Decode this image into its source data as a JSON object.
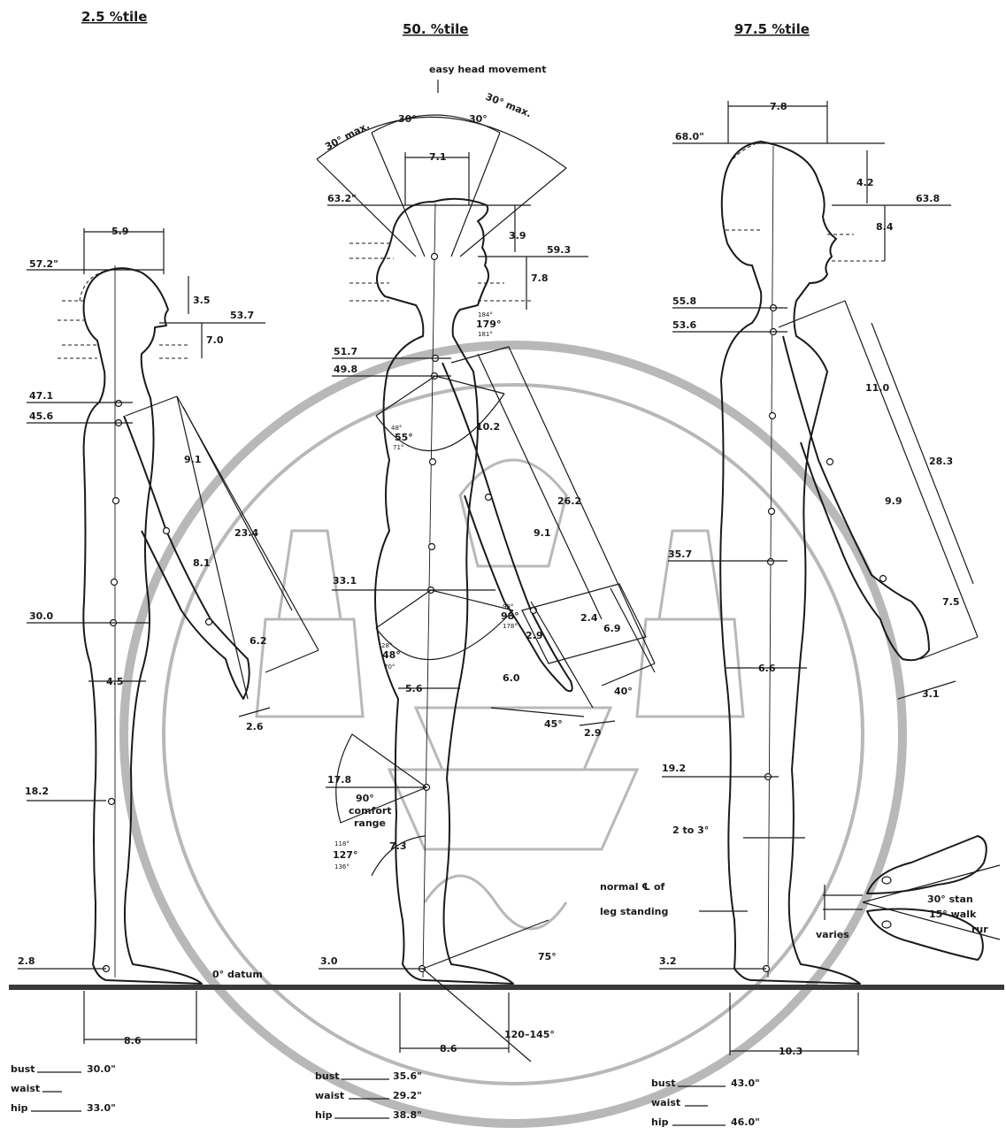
{
  "headers": {
    "p25": "2.5 %tile",
    "p50": "50. %tile",
    "p975": "97.5 %tile"
  },
  "labels": {
    "easy_head": "easy head movement",
    "deg30_max_left": "30° max.",
    "deg30_left": "30°",
    "deg30_right": "30°",
    "deg30_max_right": "30° max.",
    "datum": "0° datum",
    "comfort_90": "90°",
    "comfort": "comfort",
    "range": "range",
    "normal_cl": "normal ℄ of",
    "leg_standing": "leg standing",
    "varies": "varies",
    "two_to_three": "2 to 3°",
    "stand_30": "30° stan",
    "walk_15": "15° walk",
    "rur": "rur",
    "deg75": "75°",
    "deg120_145": "120–145°",
    "deg45": "45°",
    "deg40": "40°"
  },
  "fig1": {
    "w_head": "5.9",
    "h_top": "57.2\"",
    "d1": "3.5",
    "eye": "53.7",
    "d2": "7.0",
    "s1": "47.1",
    "s2": "45.6",
    "a1": "9.1",
    "a2": "23.4",
    "a3": "8.1",
    "a4": "6.2",
    "crotch": "30.0",
    "depth": "4.5",
    "hand": "2.6",
    "knee": "18.2",
    "ankle": "2.8",
    "foot": "8.6",
    "bust_label": "bust",
    "bust": "30.0\"",
    "waist_label": "waist",
    "waist": "",
    "hip_label": "hip",
    "hip": "33.0\""
  },
  "fig2": {
    "w_head": "7.1",
    "h_top": "63.2\"",
    "d1": "3.9",
    "eye": "59.3",
    "d2": "7.8",
    "neck_a": "184°",
    "neck_b": "179°",
    "neck_c": "181°",
    "s1": "51.7",
    "s2": "49.8",
    "arm_a": "10.2",
    "shoulder_a": "48°",
    "shoulder_b": "55°",
    "shoulder_c": "71°",
    "arm_len": "26.2",
    "fore": "9.1",
    "seat": "33.1",
    "elbow_a": "93°",
    "elbow_b": "98°",
    "elbow_c": "178°",
    "h1": "2.9",
    "h2": "2.4",
    "h3": "6.9",
    "hip_a": "28°",
    "hip_b": "48°",
    "hip_c": "70°",
    "depth": "5.6",
    "wrist": "6.0",
    "w29": "2.9",
    "knee": "17.8",
    "knee_a": "118°",
    "knee_b": "127°",
    "knee_c": "136°",
    "shin": "7.3",
    "ankle": "3.0",
    "foot": "8.6",
    "bust_label": "bust",
    "bust": "35.6\"",
    "waist_label": "waist",
    "waist": "29.2\"",
    "hip_label": "hip",
    "hip": "38.8\""
  },
  "fig3": {
    "w_head": "7.8",
    "h_top": "68.0\"",
    "d1": "4.2",
    "eye": "63.8",
    "d2": "8.4",
    "s1": "55.8",
    "s2": "53.6",
    "a1": "11.0",
    "a2": "28.3",
    "a3": "9.9",
    "seat": "35.7",
    "a4": "7.5",
    "depth": "6.6",
    "hand": "3.1",
    "knee": "19.2",
    "ankle": "3.2",
    "foot": "10.3",
    "bust_label": "bust",
    "bust": "43.0\"",
    "waist_label": "waist",
    "waist": "",
    "hip_label": "hip",
    "hip": "46.0\""
  }
}
